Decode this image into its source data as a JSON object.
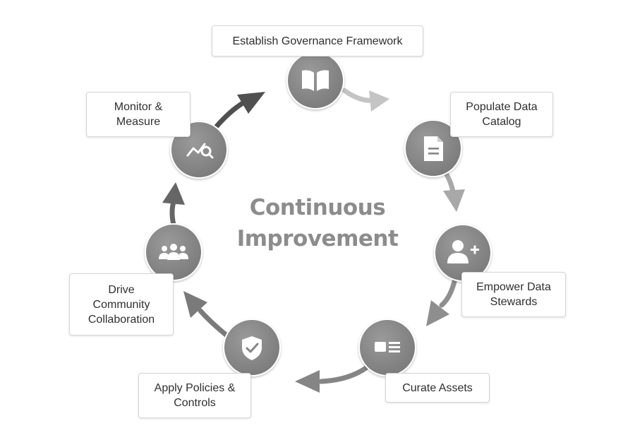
{
  "center": {
    "line1": "Continuous",
    "line2": "Improvement"
  },
  "steps": [
    {
      "label": "Establish Governance Framework",
      "icon": "open-book-icon"
    },
    {
      "label": "Populate Data\nCatalog",
      "icon": "document-icon"
    },
    {
      "label": "Empower Data\nStewards",
      "icon": "add-user-icon"
    },
    {
      "label": "Curate Assets",
      "icon": "id-card-icon"
    },
    {
      "label": "Apply Policies &\nControls",
      "icon": "shield-check-icon"
    },
    {
      "label": "Drive\nCommunity\nCollaboration",
      "icon": "group-icon"
    },
    {
      "label": "Monitor &\nMeasure",
      "icon": "chart-search-icon"
    }
  ],
  "colors": {
    "node_fill": "#858585",
    "icon": "#ffffff",
    "arrow_dark": "#505050",
    "arrow_mid": "#8a8a8a",
    "arrow_light": "#c4c4c4",
    "title": "#8c8c8c"
  }
}
